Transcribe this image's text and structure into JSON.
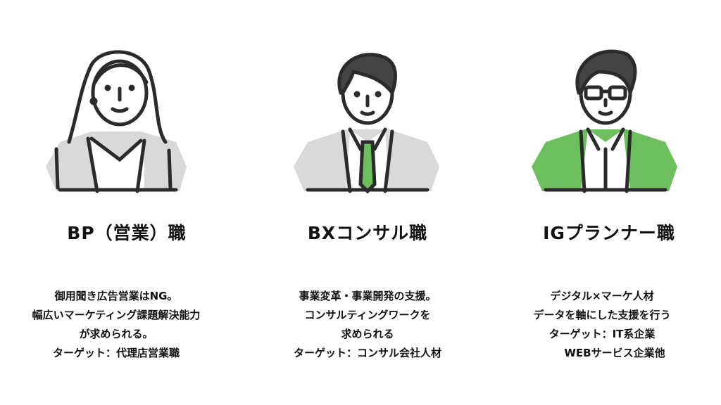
{
  "roles": [
    {
      "title": "BP（営業）職",
      "lines": [
        "御用聞き広告営業はNG。",
        "幅広いマーケティング課題解決能力",
        "が求められる。",
        "ターゲット：代理店営業職"
      ]
    },
    {
      "title": "BXコンサル職",
      "lines": [
        "事業変革・事業開発の支援。",
        "コンサルティングワークを",
        "求められる",
        "ターゲット：コンサル会社人材"
      ]
    },
    {
      "title": "IGプランナー職",
      "lines": [
        "デジタル×マーケ人材",
        "データを軸にした支援を行う",
        "ターゲット：IT系企業",
        "WEBサービス企業他"
      ]
    }
  ],
  "colors": {
    "line": "#2b2b2b",
    "gray": "#d9d9d9",
    "green": "#6cbf5c"
  }
}
